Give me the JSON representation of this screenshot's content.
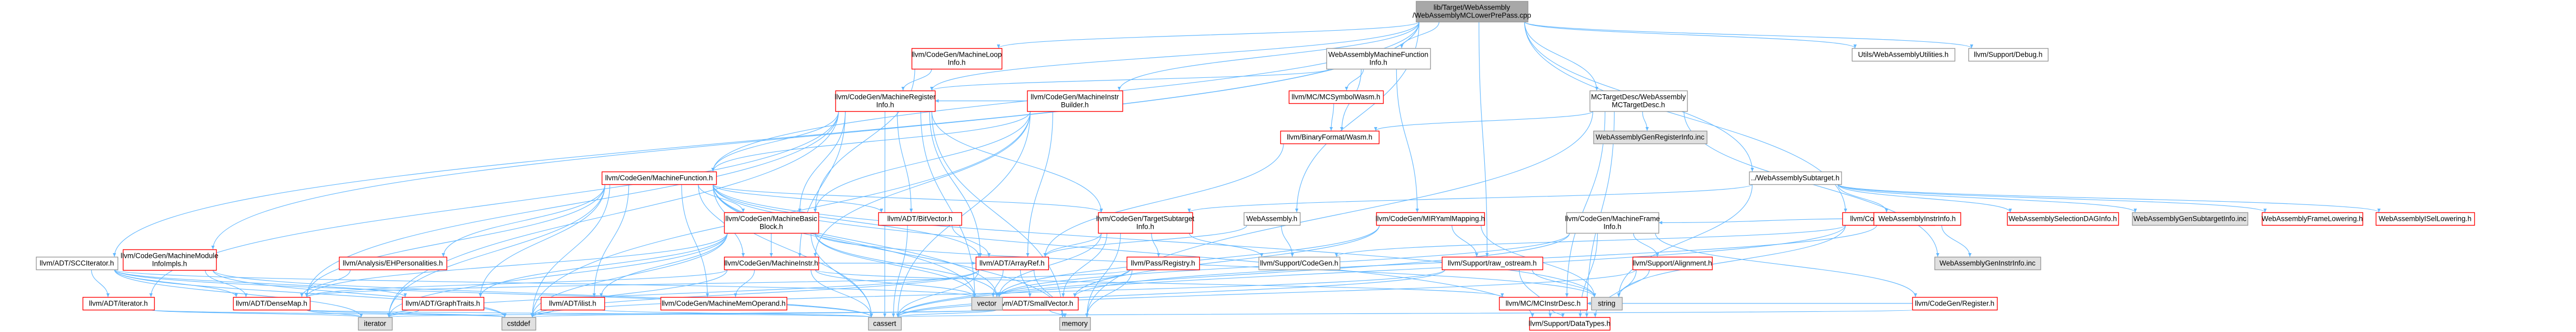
{
  "nodes": [
    {
      "id": "root",
      "lines": [
        "lib/Target/WebAssembly",
        "/WebAssemblyMCLowerPrePass.cpp"
      ],
      "kind": "root"
    },
    {
      "id": "n_cpr",
      "lines": [
        "llvm/CodeGen/MachineRegister",
        "Info.h"
      ],
      "kind": "red"
    },
    {
      "id": "n_cmiv",
      "lines": [
        "llvm/CodeGen/MachineInstr",
        "Builder.h"
      ],
      "kind": "red"
    },
    {
      "id": "n_cml",
      "lines": [
        "llvm/CodeGen/MachineLoop",
        "Info.h"
      ],
      "kind": "red"
    },
    {
      "id": "n_cmmi",
      "lines": [
        "llvm/CodeGen/MachineModule",
        "InfoImpls.h"
      ],
      "kind": "red"
    },
    {
      "id": "n_cmf",
      "lines": [
        "llvm/CodeGen/MachineFunction.h"
      ],
      "kind": "red"
    },
    {
      "id": "n_cmbb",
      "lines": [
        "llvm/CodeGen/MachineBasic",
        "Block.h"
      ],
      "kind": "red"
    },
    {
      "id": "n_cmi",
      "lines": [
        "llvm/CodeGen/MachineInstr.h"
      ],
      "kind": "red"
    },
    {
      "id": "n_cmmo",
      "lines": [
        "llvm/CodeGen/MachineMemOperand.h"
      ],
      "kind": "red"
    },
    {
      "id": "n_cts",
      "lines": [
        "llvm/CodeGen/TargetSubtarget",
        "Info.h"
      ],
      "kind": "red"
    },
    {
      "id": "n_cmyaml",
      "lines": [
        "llvm/CodeGen/MIRYamlMapping.h"
      ],
      "kind": "red"
    },
    {
      "id": "n_cpasses",
      "lines": [
        "llvm/CodeGen/Passes.h"
      ],
      "kind": "red"
    },
    {
      "id": "n_creg",
      "lines": [
        "llvm/CodeGen/Register.h"
      ],
      "kind": "red"
    },
    {
      "id": "n_cmframe",
      "lines": [
        "llvm/CodeGen/MachineFrame",
        "Info.h"
      ],
      "kind": "gray"
    },
    {
      "id": "n_aeh",
      "lines": [
        "llvm/Analysis/EHPersonalities.h"
      ],
      "kind": "red"
    },
    {
      "id": "n_adt_scc",
      "lines": [
        "llvm/ADT/SCCIterator.h"
      ],
      "kind": "gray"
    },
    {
      "id": "n_adt_iter",
      "lines": [
        "llvm/ADT/iterator.h"
      ],
      "kind": "red"
    },
    {
      "id": "n_adt_dm",
      "lines": [
        "llvm/ADT/DenseMap.h"
      ],
      "kind": "red"
    },
    {
      "id": "n_adt_gt",
      "lines": [
        "llvm/ADT/GraphTraits.h"
      ],
      "kind": "red"
    },
    {
      "id": "n_adt_il",
      "lines": [
        "llvm/ADT/ilist.h"
      ],
      "kind": "red"
    },
    {
      "id": "n_adt_bv",
      "lines": [
        "llvm/ADT/BitVector.h"
      ],
      "kind": "red"
    },
    {
      "id": "n_adt_ar",
      "lines": [
        "llvm/ADT/ArrayRef.h"
      ],
      "kind": "red"
    },
    {
      "id": "n_adt_sv",
      "lines": [
        "llvm/ADT/SmallVector.h"
      ],
      "kind": "red"
    },
    {
      "id": "n_pr",
      "lines": [
        "llvm/Pass/Registry.h"
      ],
      "kind": "red"
    },
    {
      "id": "n_mcsym",
      "lines": [
        "llvm/MC/MCSymbolWasm.h"
      ],
      "kind": "red"
    },
    {
      "id": "n_mcinst",
      "lines": [
        "llvm/MC/MCInstrDesc.h"
      ],
      "kind": "red"
    },
    {
      "id": "n_bfw",
      "lines": [
        "llvm/BinaryFormat/Wasm.h"
      ],
      "kind": "red"
    },
    {
      "id": "n_wa",
      "lines": [
        "WebAssembly.h"
      ],
      "kind": "gray"
    },
    {
      "id": "n_wmfi",
      "lines": [
        "WebAssemblyMachineFunction",
        "Info.h"
      ],
      "kind": "gray"
    },
    {
      "id": "n_mctd",
      "lines": [
        "MCTargetDesc/WebAssembly",
        "MCTargetDesc.h"
      ],
      "kind": "gray"
    },
    {
      "id": "n_wsub",
      "lines": [
        "../WebAssemblySubtarget.h"
      ],
      "kind": "gray"
    },
    {
      "id": "n_wgri",
      "lines": [
        "WebAssemblyGenRegisterInfo.inc"
      ],
      "kind": "grayfill"
    },
    {
      "id": "n_wii",
      "lines": [
        "WebAssemblyInstrInfo.h"
      ],
      "kind": "red"
    },
    {
      "id": "n_wgii",
      "lines": [
        "WebAssemblyGenInstrInfo.inc"
      ],
      "kind": "grayfill"
    },
    {
      "id": "n_wsdag",
      "lines": [
        "WebAssemblySelectionDAGInfo.h"
      ],
      "kind": "red"
    },
    {
      "id": "n_wgsi",
      "lines": [
        "WebAssemblyGenSubtargetInfo.inc"
      ],
      "kind": "grayfill"
    },
    {
      "id": "n_wfl",
      "lines": [
        "WebAssemblyFrameLowering.h"
      ],
      "kind": "red"
    },
    {
      "id": "n_wisel",
      "lines": [
        "WebAssemblyISelLowering.h"
      ],
      "kind": "red"
    },
    {
      "id": "n_utils",
      "lines": [
        "Utils/WebAssemblyUtilities.h"
      ],
      "kind": "gray"
    },
    {
      "id": "n_sdebug",
      "lines": [
        "llvm/Support/Debug.h"
      ],
      "kind": "gray"
    },
    {
      "id": "n_sraw",
      "lines": [
        "llvm/Support/raw_ostream.h"
      ],
      "kind": "red"
    },
    {
      "id": "n_scg",
      "lines": [
        "llvm/Support/CodeGen.h"
      ],
      "kind": "gray"
    },
    {
      "id": "n_salign",
      "lines": [
        "llvm/Support/Alignment.h"
      ],
      "kind": "red"
    },
    {
      "id": "n_sdt",
      "lines": [
        "llvm/Support/DataTypes.h"
      ],
      "kind": "red"
    },
    {
      "id": "n_vector",
      "lines": [
        "vector"
      ],
      "kind": "grayfill"
    },
    {
      "id": "n_string",
      "lines": [
        "string"
      ],
      "kind": "grayfill"
    },
    {
      "id": "n_memory",
      "lines": [
        "memory"
      ],
      "kind": "grayfill"
    },
    {
      "id": "n_cassert",
      "lines": [
        "cassert"
      ],
      "kind": "grayfill"
    },
    {
      "id": "n_cstddef",
      "lines": [
        "cstddef"
      ],
      "kind": "grayfill"
    },
    {
      "id": "n_iterator",
      "lines": [
        "iterator"
      ],
      "kind": "grayfill"
    }
  ],
  "edges": [
    [
      "root",
      "n_cml"
    ],
    [
      "root",
      "n_cpr"
    ],
    [
      "root",
      "n_cmiv"
    ],
    [
      "root",
      "n_cmmi"
    ],
    [
      "root",
      "n_cmf"
    ],
    [
      "root",
      "n_wa"
    ],
    [
      "root",
      "n_wmfi"
    ],
    [
      "root",
      "n_mctd"
    ],
    [
      "root",
      "n_wsub"
    ],
    [
      "root",
      "n_utils"
    ],
    [
      "root",
      "n_sdebug"
    ],
    [
      "root",
      "n_adt_scc"
    ],
    [
      "root",
      "n_sraw"
    ],
    [
      "root",
      "n_cpasses"
    ],
    [
      "n_cml",
      "n_cpr"
    ],
    [
      "n_cml",
      "n_cmbb"
    ],
    [
      "n_cpr",
      "n_cmf"
    ],
    [
      "n_cpr",
      "n_cmbb"
    ],
    [
      "n_cpr",
      "n_cmi"
    ],
    [
      "n_cpr",
      "n_cts"
    ],
    [
      "n_cpr",
      "n_adt_bv"
    ],
    [
      "n_cpr",
      "n_adt_ar"
    ],
    [
      "n_cpr",
      "n_adt_dm"
    ],
    [
      "n_cpr",
      "n_adt_iter"
    ],
    [
      "n_cpr",
      "n_vector"
    ],
    [
      "n_cpr",
      "n_memory"
    ],
    [
      "n_cpr",
      "n_cassert"
    ],
    [
      "n_cpr",
      "n_iterator"
    ],
    [
      "n_cmiv",
      "n_cmf"
    ],
    [
      "n_cmiv",
      "n_cmbb"
    ],
    [
      "n_cmiv",
      "n_cmi"
    ],
    [
      "n_cmiv",
      "n_adt_ar"
    ],
    [
      "n_cmiv",
      "n_cassert"
    ],
    [
      "n_cmiv",
      "n_cpr"
    ],
    [
      "n_cmiv",
      "n_cstddef"
    ],
    [
      "n_cmmi",
      "n_adt_dm"
    ],
    [
      "n_cmmi",
      "n_cassert"
    ],
    [
      "n_cmmi",
      "n_cstddef"
    ],
    [
      "n_cmf",
      "n_cmbb"
    ],
    [
      "n_cmf",
      "n_cmi"
    ],
    [
      "n_cmf",
      "n_cmmo"
    ],
    [
      "n_cmf",
      "n_adt_bv"
    ],
    [
      "n_cmf",
      "n_adt_dm"
    ],
    [
      "n_cmf",
      "n_adt_gt"
    ],
    [
      "n_cmf",
      "n_adt_il"
    ],
    [
      "n_cmf",
      "n_adt_sv"
    ],
    [
      "n_cmf",
      "n_aeh"
    ],
    [
      "n_cmf",
      "n_adt_ar"
    ],
    [
      "n_cmf",
      "n_cassert"
    ],
    [
      "n_cmf",
      "n_cstddef"
    ],
    [
      "n_cmf",
      "n_memory"
    ],
    [
      "n_cmf",
      "n_vector"
    ],
    [
      "n_cmf",
      "n_string"
    ],
    [
      "n_cmf",
      "n_cts"
    ],
    [
      "n_cmf",
      "n_iterator"
    ],
    [
      "n_cmf",
      "n_sdt"
    ],
    [
      "n_cmbb",
      "n_cmi"
    ],
    [
      "n_cmbb",
      "n_adt_gt"
    ],
    [
      "n_cmbb",
      "n_adt_il"
    ],
    [
      "n_cmbb",
      "n_adt_dm"
    ],
    [
      "n_cmbb",
      "n_cassert"
    ],
    [
      "n_cmbb",
      "n_cstddef"
    ],
    [
      "n_cmbb",
      "n_iterator"
    ],
    [
      "n_cmbb",
      "n_string"
    ],
    [
      "n_cmbb",
      "n_vector"
    ],
    [
      "n_cmbb",
      "n_adt_sv"
    ],
    [
      "n_cmi",
      "n_cmmo"
    ],
    [
      "n_cmi",
      "n_adt_ar"
    ],
    [
      "n_cmi",
      "n_adt_dm"
    ],
    [
      "n_cmi",
      "n_mcinst"
    ],
    [
      "n_cmi",
      "n_cassert"
    ],
    [
      "n_cmi",
      "n_cstddef"
    ],
    [
      "n_cmi",
      "n_vector"
    ],
    [
      "n_cts",
      "n_adt_ar"
    ],
    [
      "n_cts",
      "n_adt_sv"
    ],
    [
      "n_cts",
      "n_pr"
    ],
    [
      "n_cts",
      "n_scg"
    ],
    [
      "n_cts",
      "n_memory"
    ],
    [
      "n_cts",
      "n_vector"
    ],
    [
      "n_adt_bv",
      "n_adt_ar"
    ],
    [
      "n_adt_bv",
      "n_cassert"
    ],
    [
      "n_adt_ar",
      "n_adt_sv"
    ],
    [
      "n_adt_ar",
      "n_cassert"
    ],
    [
      "n_adt_ar",
      "n_cstddef"
    ],
    [
      "n_adt_ar",
      "n_iterator"
    ],
    [
      "n_adt_ar",
      "n_memory"
    ],
    [
      "n_adt_ar",
      "n_vector"
    ],
    [
      "n_adt_sv",
      "n_cassert"
    ],
    [
      "n_adt_sv",
      "n_cstddef"
    ],
    [
      "n_adt_sv",
      "n_iterator"
    ],
    [
      "n_adt_sv",
      "n_memory"
    ],
    [
      "n_adt_dm",
      "n_cassert"
    ],
    [
      "n_adt_dm",
      "n_cstddef"
    ],
    [
      "n_adt_dm",
      "n_iterator"
    ],
    [
      "n_adt_gt",
      "n_iterator"
    ],
    [
      "n_adt_il",
      "n_cassert"
    ],
    [
      "n_adt_il",
      "n_cstddef"
    ],
    [
      "n_adt_iter",
      "n_cstddef"
    ],
    [
      "n_adt_iter",
      "n_iterator"
    ],
    [
      "n_adt_scc",
      "n_adt_dm"
    ],
    [
      "n_adt_scc",
      "n_adt_gt"
    ],
    [
      "n_adt_scc",
      "n_adt_iter"
    ],
    [
      "n_adt_scc",
      "n_cassert"
    ],
    [
      "n_adt_scc",
      "n_cstddef"
    ],
    [
      "n_adt_scc",
      "n_iterator"
    ],
    [
      "n_adt_scc",
      "n_vector"
    ],
    [
      "n_aeh",
      "n_adt_dm"
    ],
    [
      "n_pr",
      "n_adt_dm"
    ],
    [
      "n_pr",
      "n_memory"
    ],
    [
      "n_pr",
      "n_vector"
    ],
    [
      "n_wa",
      "n_scg"
    ],
    [
      "n_wa",
      "n_adt_ar"
    ],
    [
      "n_wmfi",
      "n_mcsym"
    ],
    [
      "n_wmfi",
      "n_cmyaml"
    ],
    [
      "n_wmfi",
      "n_cpr"
    ],
    [
      "n_wmfi",
      "n_bfw"
    ],
    [
      "n_mcsym",
      "n_bfw"
    ],
    [
      "n_bfw",
      "n_adt_ar"
    ],
    [
      "n_cmyaml",
      "n_sraw"
    ],
    [
      "n_cmyaml",
      "n_adt_sv"
    ],
    [
      "n_cmyaml",
      "n_string"
    ],
    [
      "n_cmyaml",
      "n_vector"
    ],
    [
      "n_mctd",
      "n_wgri"
    ],
    [
      "n_mctd",
      "n_wgii"
    ],
    [
      "n_mctd",
      "n_bfw"
    ],
    [
      "n_mctd",
      "n_mcinst"
    ],
    [
      "n_mctd",
      "n_sdt"
    ],
    [
      "n_mctd",
      "n_memory"
    ],
    [
      "n_wsub",
      "n_wii"
    ],
    [
      "n_wsub",
      "n_wsdag"
    ],
    [
      "n_wsub",
      "n_wgsi"
    ],
    [
      "n_wsub",
      "n_wfl"
    ],
    [
      "n_wsub",
      "n_wisel"
    ],
    [
      "n_wsub",
      "n_cts"
    ],
    [
      "n_wsub",
      "n_string"
    ],
    [
      "n_wii",
      "n_wgii"
    ],
    [
      "n_wii",
      "n_adt_sv"
    ],
    [
      "n_wii",
      "n_cmframe"
    ],
    [
      "n_cmframe",
      "n_salign"
    ],
    [
      "n_cmframe",
      "n_sdt"
    ],
    [
      "n_cmframe",
      "n_cassert"
    ],
    [
      "n_cmframe",
      "n_vector"
    ],
    [
      "n_cmframe",
      "n_creg"
    ],
    [
      "n_salign",
      "n_string"
    ],
    [
      "n_salign",
      "n_cassert"
    ],
    [
      "n_salign",
      "n_sdt"
    ],
    [
      "n_creg",
      "n_cassert"
    ],
    [
      "n_creg",
      "n_mcinst"
    ],
    [
      "n_mcinst",
      "n_sdt"
    ],
    [
      "n_sraw",
      "n_string"
    ],
    [
      "n_sraw",
      "n_cassert"
    ],
    [
      "n_sraw",
      "n_cstddef"
    ],
    [
      "n_sraw",
      "n_sdt"
    ],
    [
      "n_cpasses",
      "n_scg"
    ],
    [
      "n_cpasses",
      "n_string"
    ],
    [
      "n_cpasses",
      "n_cassert"
    ]
  ]
}
